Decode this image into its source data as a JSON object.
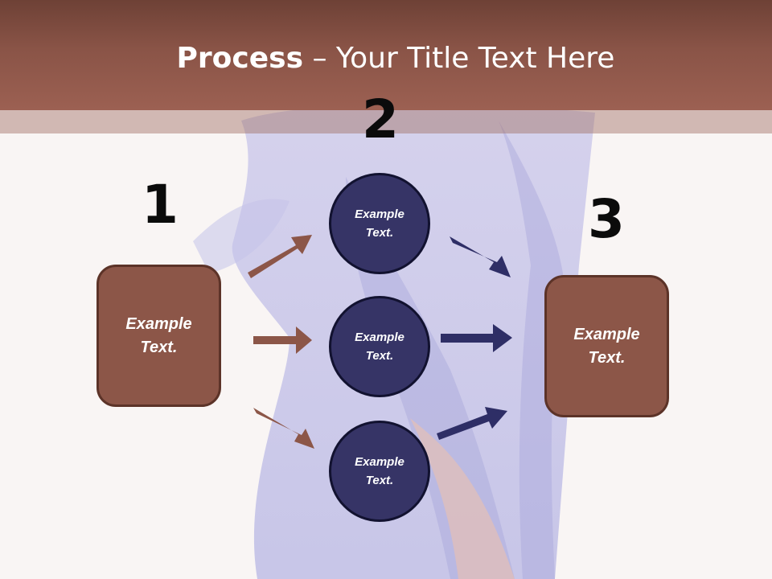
{
  "title": {
    "bold": "Process",
    "rest": " – Your Title Text Here"
  },
  "steps": [
    {
      "number": "1",
      "label": "Example Text."
    },
    {
      "number": "2",
      "items": [
        "Example Text.",
        "Example Text.",
        "Example Text."
      ]
    },
    {
      "number": "3",
      "label": "Example Text."
    }
  ],
  "colors": {
    "header": "#8a5447",
    "box_fill": "#8c5648",
    "circle_fill": "#363466",
    "arrow_brown": "#8c5648",
    "arrow_navy": "#2e2e66"
  }
}
